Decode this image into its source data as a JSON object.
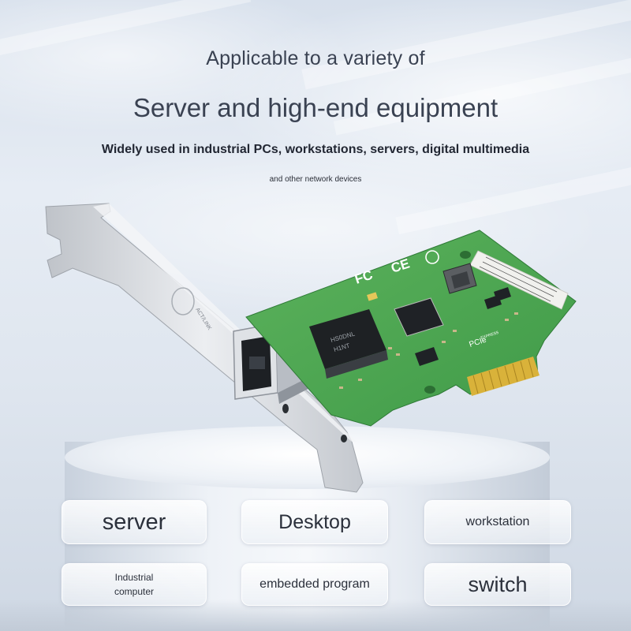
{
  "headline": {
    "line1": "Applicable to a variety of",
    "line2": "Server and high-end equipment",
    "line3": "Widely used in industrial PCs, workstations, servers, digital multimedia",
    "line4": "and other network devices"
  },
  "product_labels": {
    "bracket_text": "ACT/LINK",
    "chip_text_1": "HS0DNL",
    "chip_text_2": "H1NT",
    "fc_mark": "FC",
    "ce_mark": "CE",
    "pci_mark": "PCIe",
    "pci_sub": "EXPRESS"
  },
  "tiles": {
    "server": "server",
    "desktop": "Desktop",
    "workstation": "workstation",
    "industrial_line1": "Industrial",
    "industrial_line2": "computer",
    "embedded": "embedded program",
    "switch": "switch"
  },
  "colors": {
    "pcb": "#4aa04e",
    "gold": "#d9b23a",
    "bracket": "#d6d9de"
  }
}
